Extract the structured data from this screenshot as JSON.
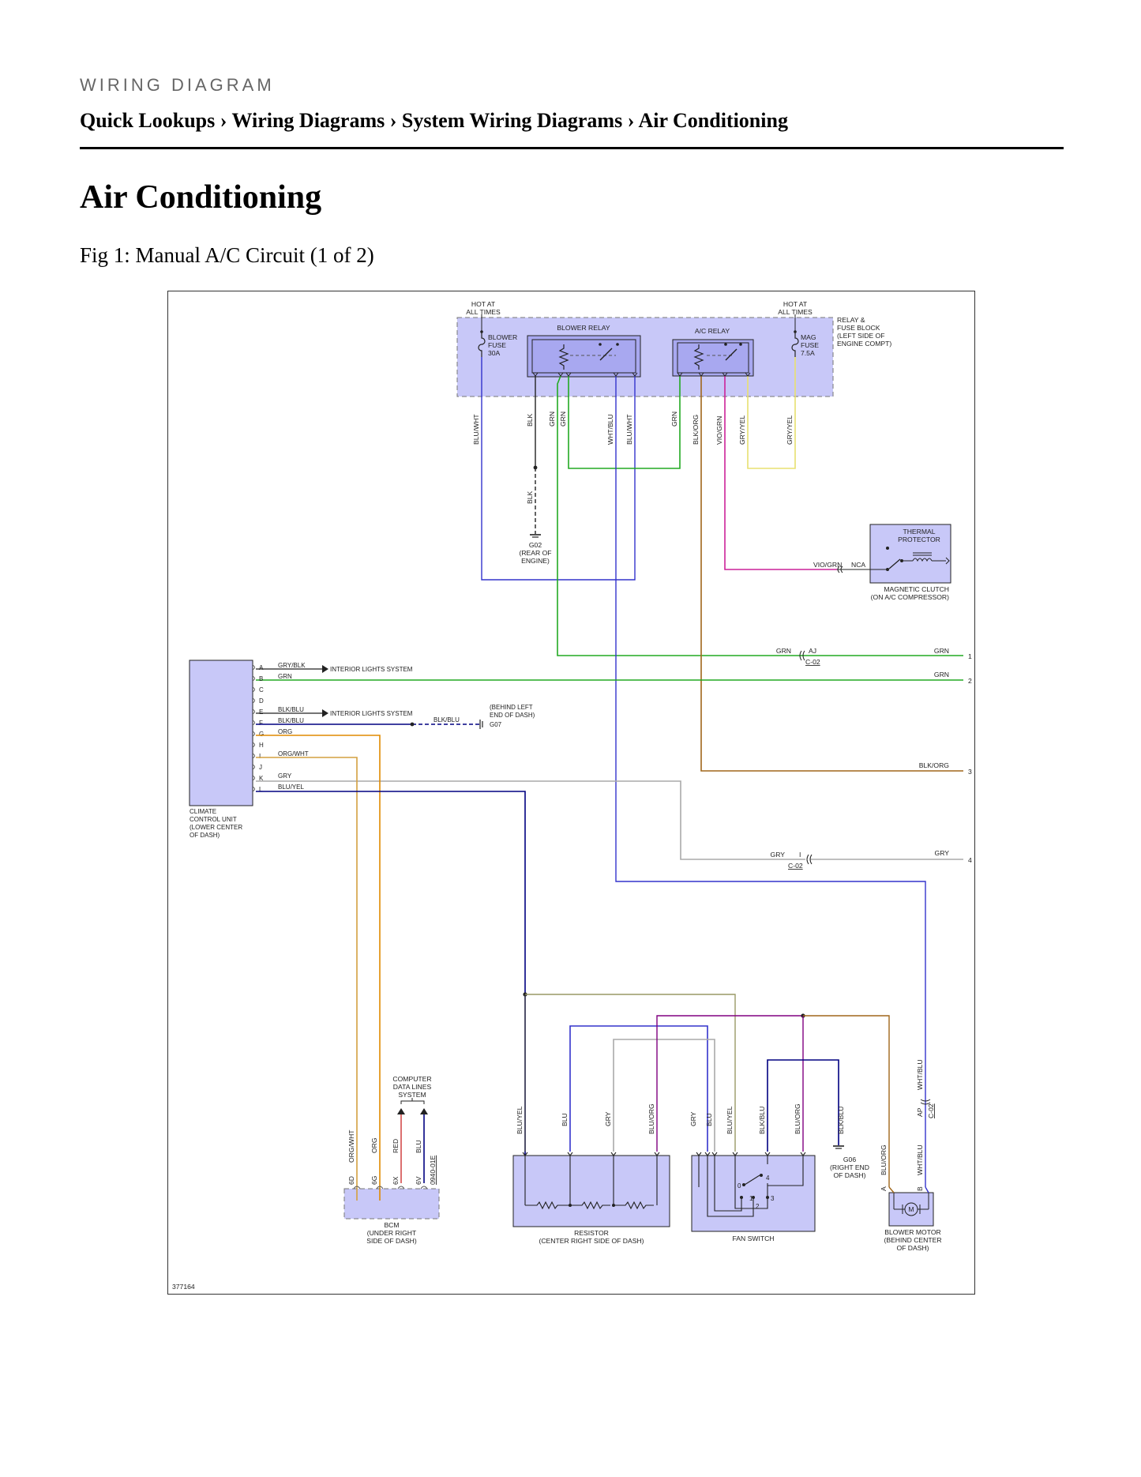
{
  "header": {
    "eyebrow": "WIRING DIAGRAM",
    "breadcrumb": [
      "Quick Lookups",
      "Wiring Diagrams",
      "System Wiring Diagrams",
      "Air Conditioning"
    ],
    "separator": "›"
  },
  "page_title": "Air Conditioning",
  "figure_caption": "Fig 1: Manual A/C Circuit (1 of 2)",
  "diagram": {
    "figure_id": "377164",
    "relay_block": {
      "hot_left": [
        "HOT AT",
        "ALL TIMES"
      ],
      "hot_right": [
        "HOT AT",
        "ALL TIMES"
      ],
      "block_label": [
        "RELAY &",
        "FUSE BLOCK",
        "(LEFT SIDE OF",
        "ENGINE COMPT)"
      ],
      "blower_fuse": [
        "BLOWER",
        "FUSE",
        "30A"
      ],
      "blower_relay": "BLOWER RELAY",
      "ac_relay": "A/C RELAY",
      "mag_fuse": [
        "MAG",
        "FUSE",
        "7.5A"
      ]
    },
    "vertical_wires": [
      "BLU/WHT",
      "BLK",
      "GRN",
      "GRN",
      "WHT/BLU",
      "BLU/WHT",
      "GRN",
      "BLK/ORG",
      "VIO/GRN",
      "GRY/YEL",
      "GRY/YEL"
    ],
    "ground_g02": {
      "wire": "BLK",
      "name": "G02",
      "location": [
        "(REAR OF",
        "ENGINE)"
      ]
    },
    "thermal_protector": [
      "THERMAL",
      "PROTECTOR"
    ],
    "magnetic_clutch": {
      "wire": "VIO/GRN",
      "pin": "NCA",
      "label": [
        "MAGNETIC CLUTCH",
        "(ON A/C COMPRESSOR)"
      ]
    },
    "climate_unit": {
      "label": [
        "CLIMATE",
        "CONTROL UNIT",
        "(LOWER CENTER",
        "OF DASH)"
      ],
      "pins": [
        {
          "pin": "A",
          "wire": "GRY/BLK"
        },
        {
          "pin": "B",
          "wire": "GRN"
        },
        {
          "pin": "C",
          "wire": ""
        },
        {
          "pin": "D",
          "wire": ""
        },
        {
          "pin": "E",
          "wire": "BLK/BLU"
        },
        {
          "pin": "F",
          "wire": "BLK/BLU"
        },
        {
          "pin": "G",
          "wire": "ORG"
        },
        {
          "pin": "H",
          "wire": ""
        },
        {
          "pin": "I",
          "wire": "ORG/WHT"
        },
        {
          "pin": "J",
          "wire": ""
        },
        {
          "pin": "K",
          "wire": "GRY"
        },
        {
          "pin": "L",
          "wire": "BLU/YEL"
        }
      ],
      "interior_lights_a": "INTERIOR LIGHTS SYSTEM",
      "interior_lights_e": "INTERIOR LIGHTS SYSTEM",
      "g07": {
        "wire": "BLK/BLU",
        "name": "G07",
        "location": [
          "(BEHIND LEFT",
          "END OF DASH)"
        ]
      }
    },
    "offpage": [
      {
        "num": "1",
        "wire": "GRN",
        "left_wire": "GRN",
        "pin": "AJ",
        "connector": "C-02"
      },
      {
        "num": "2",
        "wire": "GRN"
      },
      {
        "num": "3",
        "wire": "BLK/ORG"
      },
      {
        "num": "4",
        "wire": "GRY",
        "left_wire": "GRY",
        "pin": "I",
        "connector": "C-02"
      }
    ],
    "bcm": {
      "label": [
        "BCM",
        "(UNDER RIGHT",
        "SIDE OF DASH)"
      ],
      "data_lines": [
        "COMPUTER",
        "DATA LINES",
        "SYSTEM"
      ],
      "pins": [
        {
          "pin": "6D",
          "wire": "ORG/WHT"
        },
        {
          "pin": "6G",
          "wire": "ORG"
        },
        {
          "pin": "6X",
          "wire": "RED"
        },
        {
          "pin": "6V",
          "wire": "BLU"
        }
      ],
      "code": "0940-01E"
    },
    "resistor": {
      "wires": [
        "BLU/YEL",
        "BLU",
        "GRY",
        "BLU/ORG"
      ],
      "label": [
        "RESISTOR",
        "(CENTER RIGHT SIDE OF DASH)"
      ]
    },
    "fan_switch": {
      "wires": [
        "GRY",
        "BLU",
        "BLU/YEL",
        "BLK/BLU",
        "BLU/ORG"
      ],
      "positions": [
        "0",
        "1",
        "2",
        "3",
        "4"
      ],
      "label": "FAN SWITCH"
    },
    "ground_g06": {
      "wire": "BLK/BLU",
      "name": "G06",
      "location": [
        "(RIGHT END",
        "OF DASH)"
      ]
    },
    "blower_motor": {
      "label": [
        "BLOWER MOTOR",
        "(BEHIND CENTER",
        "OF DASH)"
      ],
      "upper_wire": "WHT/BLU",
      "pin": "AP",
      "connector": "C-02",
      "pins": [
        {
          "pin": "A",
          "wire": "BLU/ORG"
        },
        {
          "pin": "B",
          "wire": "WHT/BLU"
        }
      ],
      "symbol": "M"
    }
  },
  "colors": {
    "box_fill": "#c8c8f8",
    "relay_fill": "#a8a8f0",
    "blue": "#3333cc",
    "navy": "#000080",
    "green": "#22aa22",
    "orange": "#e08a00",
    "tan": "#d4a040",
    "brown": "#a0661a",
    "violet": "#cc2299",
    "yellow": "#e8e070",
    "gray": "#aaaaaa",
    "red": "#cc3333",
    "purple": "#800080",
    "olive": "#999966"
  }
}
